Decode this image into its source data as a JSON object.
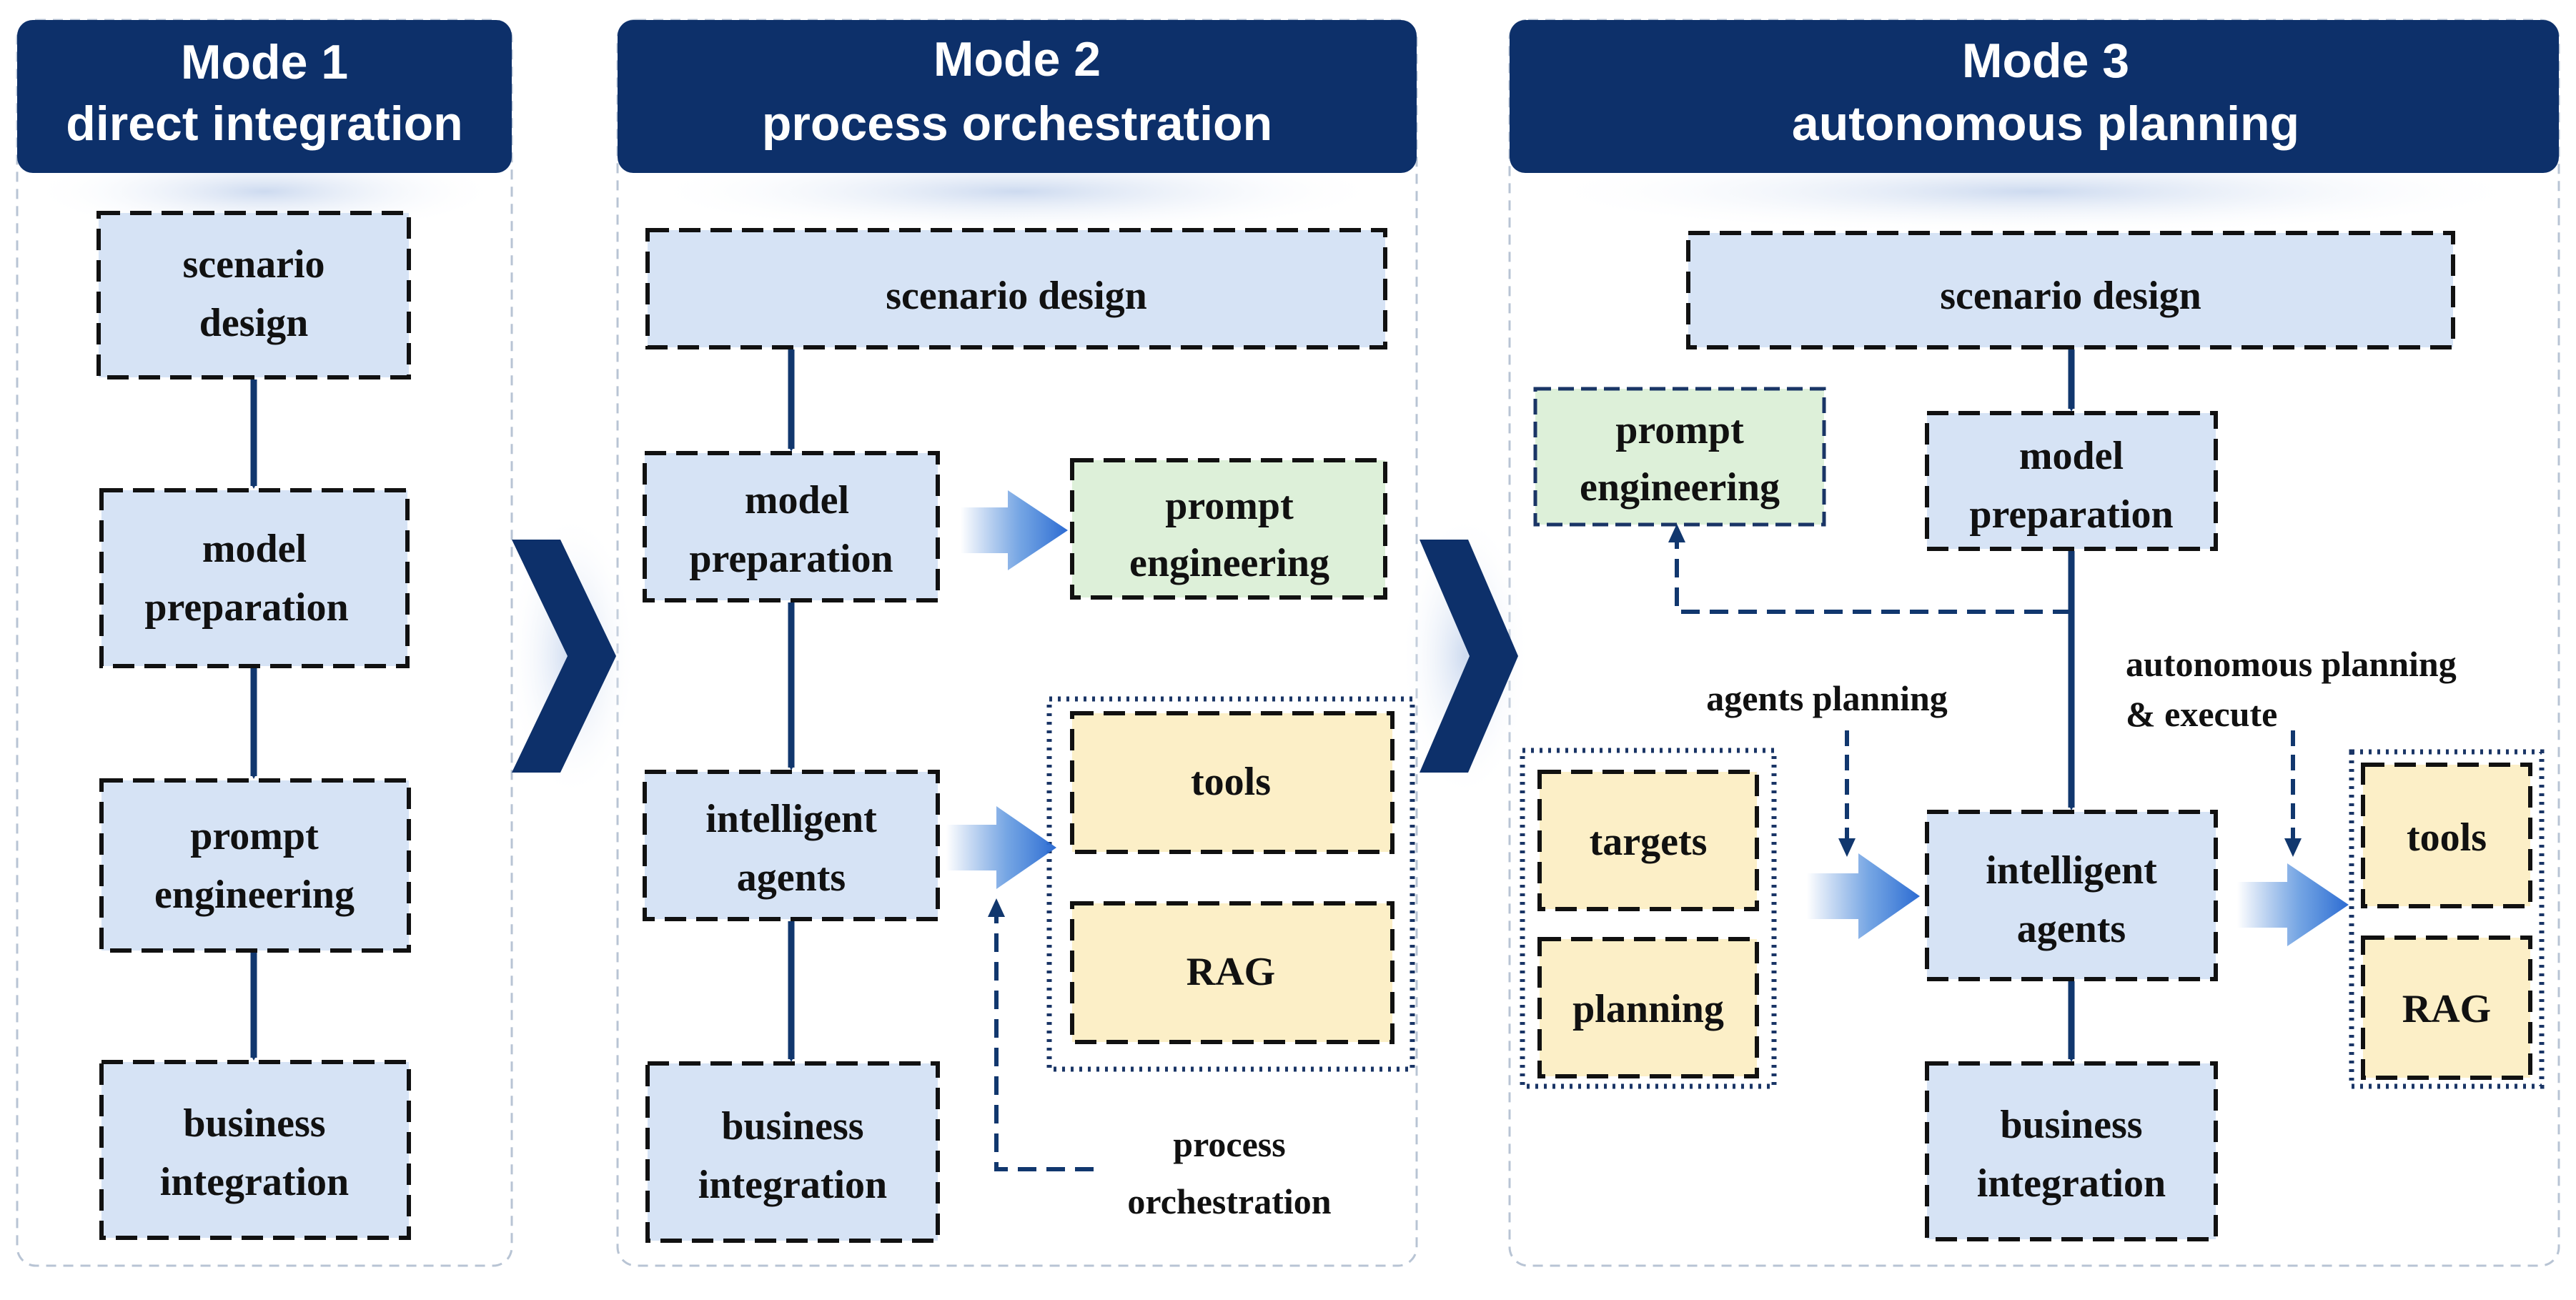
{
  "colors": {
    "header_bg": "#0d306a",
    "header_text": "#ffffff",
    "step_fill": "#d6e3f5",
    "prompt_fill": "#ddf0d9",
    "resource_fill": "#fcefc7",
    "arrow": "#11376e",
    "panel_border": "#b8c4d4"
  },
  "mode1": {
    "title_line1": "Mode 1",
    "title_line2": "direct integration",
    "scenario_l1": "scenario",
    "scenario_l2": "design",
    "model_l1": "model",
    "model_l2": "preparation",
    "prompt_l1": "prompt",
    "prompt_l2": "engineering",
    "business_l1": "business",
    "business_l2": "integration"
  },
  "mode2": {
    "title_line1": "Mode 2",
    "title_line2": "process orchestration",
    "scenario": "scenario design",
    "model_l1": "model",
    "model_l2": "preparation",
    "prompt_l1": "prompt",
    "prompt_l2": "engineering",
    "agents_l1": "intelligent",
    "agents_l2": "agents",
    "tools": "tools",
    "rag": "RAG",
    "business_l1": "business",
    "business_l2": "integration",
    "process_l1": "process",
    "process_l2": "orchestration"
  },
  "mode3": {
    "title_line1": "Mode 3",
    "title_line2": "autonomous planning",
    "scenario": "scenario design",
    "prompt_l1": "prompt",
    "prompt_l2": "engineering",
    "model_l1": "model",
    "model_l2": "preparation",
    "agents_planning": "agents planning",
    "auto_l1": "autonomous planning",
    "auto_l2": "& execute",
    "targets": "targets",
    "planning": "planning",
    "agents_l1": "intelligent",
    "agents_l2": "agents",
    "tools": "tools",
    "rag": "RAG",
    "business_l1": "business",
    "business_l2": "integration"
  }
}
